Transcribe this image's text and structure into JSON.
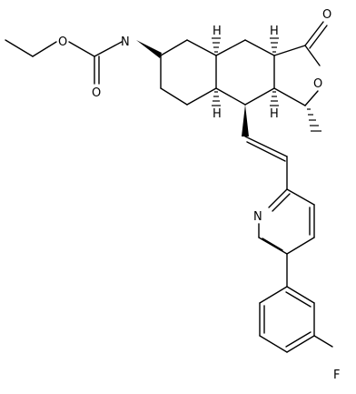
{
  "atom_labels": {
    "carbonyl_o_ring": "O",
    "ring_o": "O",
    "carbamate_o_ester": "O",
    "carbamate_o_carbonyl": "O",
    "carbamate_n": "N",
    "h_top_left": "H",
    "h_top_right": "H",
    "h_bottom_left": "H",
    "h_bottom_right": "H",
    "pyridine_n": "N",
    "fluoro": "F"
  },
  "colors": {
    "bond": "#000000",
    "background": "#ffffff"
  }
}
